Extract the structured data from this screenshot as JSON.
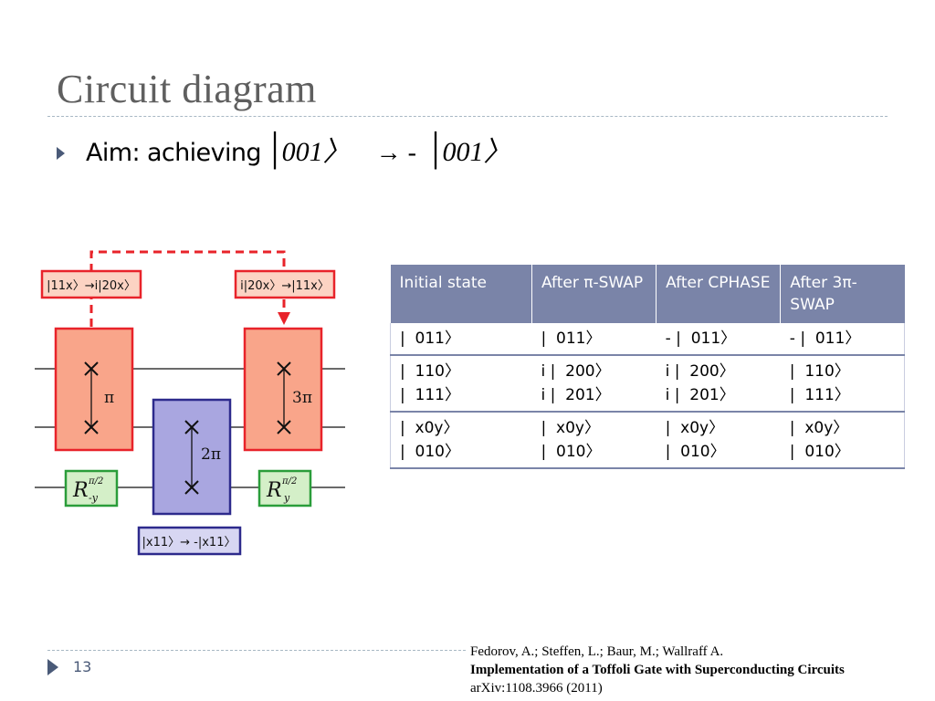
{
  "slide": {
    "title": "Circuit diagram",
    "page_number": "13"
  },
  "aim": {
    "label": "Aim: achieving ",
    "bar1": "|",
    "ket1": "001〉",
    "arrow": "→ -",
    "bar2": "|",
    "ket2": "001〉"
  },
  "circuit": {
    "top_left_label": "|11x〉→i|20x〉",
    "top_right_label": "i|20x〉→|11x〉",
    "pi_label": "π",
    "two_pi_label": "2π",
    "three_pi_label": "3π",
    "bottom_label": "|x11〉→ -|x11〉",
    "r_left_base": "R",
    "r_left_sup": "π/2",
    "r_left_sub": "-y",
    "r_right_base": "R",
    "r_right_sup": "π/2",
    "r_right_sub": "y",
    "colors": {
      "red_stroke": "#e8232a",
      "red_fill": "#f9a58a",
      "purple_stroke": "#2d2a8c",
      "purple_fill": "#a9a6e0",
      "green_stroke": "#2a9d3a",
      "green_fill": "#d4efc8"
    }
  },
  "table": {
    "headers": [
      "Initial state",
      "After π-SWAP",
      "After CPHASE",
      "After 3π-SWAP"
    ],
    "rows": [
      [
        [
          "|  011〉"
        ],
        [
          "|  011〉"
        ],
        [
          "- |  011〉"
        ],
        [
          "- |  011〉"
        ]
      ],
      [
        [
          "|  110〉",
          "|  111〉"
        ],
        [
          "i |  200〉",
          "i |  201〉"
        ],
        [
          "i |  200〉",
          "i |  201〉"
        ],
        [
          "|  110〉",
          "|  111〉"
        ]
      ],
      [
        [
          "|  x0y〉",
          "|  010〉"
        ],
        [
          "|  x0y〉",
          "|  010〉"
        ],
        [
          "|  x0y〉",
          "|  010〉"
        ],
        [
          "|  x0y〉",
          "|  010〉"
        ]
      ]
    ]
  },
  "reference": {
    "authors": "Fedorov, A.; Steffen, L.; Baur, M.; Wallraff A.",
    "title": "Implementation of a Toffoli Gate with Superconducting Circuits",
    "source": "arXiv:1108.3966 (2011)"
  }
}
